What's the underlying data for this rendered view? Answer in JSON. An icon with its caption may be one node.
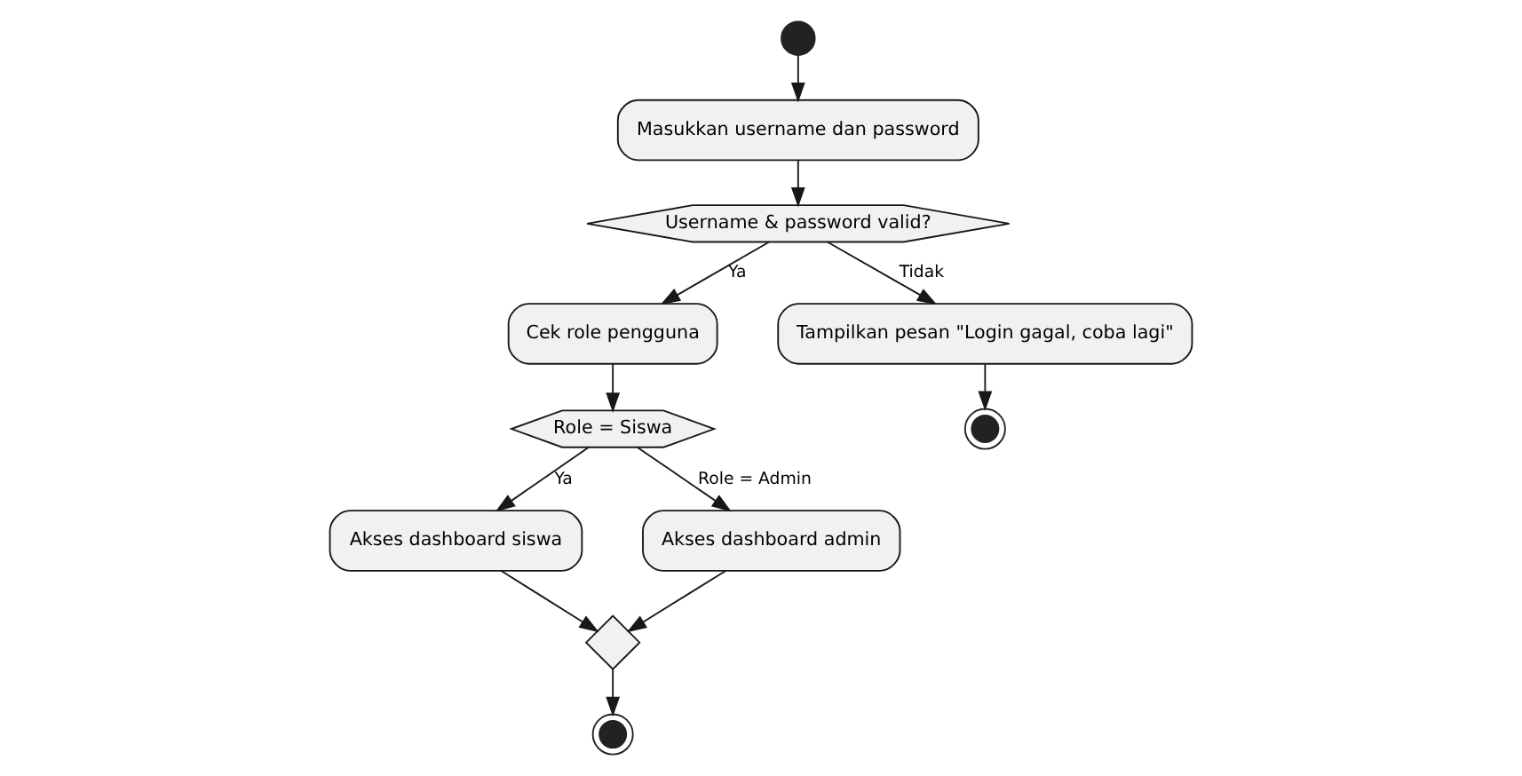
{
  "diagram": {
    "nodes": [
      {
        "text": [],
        "shape": "circle"
      },
      {
        "text": [
          "Masukkan username dan password"
        ]
      },
      {
        "text": [
          "Username & password valid?"
        ]
      },
      {
        "text": [
          "Cek role pengguna"
        ]
      },
      {
        "text": [
          "Tampilkan pesan \"Login gagal, coba lagi\""
        ]
      },
      {
        "text": [],
        "shape": "circle"
      },
      {
        "text": [
          "Role = Siswa"
        ]
      },
      {
        "text": [
          "Akses dashboard siswa"
        ]
      },
      {
        "text": [
          "Akses dashboard admin"
        ]
      },
      {
        "text": [],
        "shape": "diamond"
      },
      {
        "text": [],
        "shape": "circle"
      }
    ],
    "edges": [
      {
        "from": 0,
        "to": 1,
        "arrow": "to"
      },
      {
        "from": 1,
        "to": 2,
        "arrow": "to"
      },
      {
        "from": 2,
        "to": 3,
        "arrow": "to",
        "label": "Ya"
      },
      {
        "from": 2,
        "to": 4,
        "arrow": "to",
        "label": "Tidak"
      },
      {
        "from": 4,
        "to": 5,
        "arrow": "to"
      },
      {
        "from": 3,
        "to": 6,
        "arrow": "to"
      },
      {
        "from": 6,
        "to": 7,
        "arrow": "to",
        "label": "Ya"
      },
      {
        "from": 6,
        "to": 8,
        "arrow": "to",
        "label": "Role = Admin"
      },
      {
        "from": 7,
        "to": 9,
        "arrow": "to"
      },
      {
        "from": 8,
        "to": 9,
        "arrow": "to"
      },
      {
        "from": 9,
        "to": 10,
        "arrow": "to"
      }
    ]
  }
}
